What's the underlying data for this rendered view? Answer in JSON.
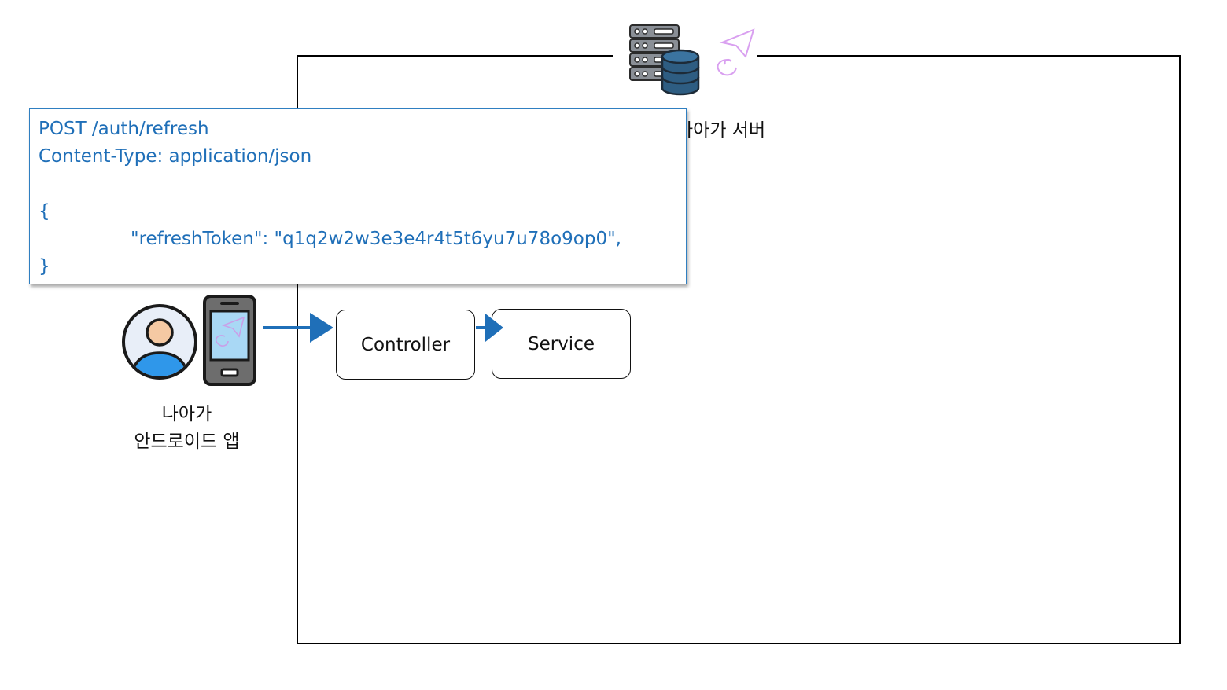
{
  "server": {
    "label": "나아가 서버",
    "icon": "server-database-icon"
  },
  "request": {
    "lines": [
      "POST /auth/refresh",
      "Content-Type: application/json",
      "",
      "{",
      "\"refreshToken\": \"q1q2w2w3e3e4r4t5t6yu7u78o9op0\",",
      "}"
    ],
    "color": "#1f6fb8"
  },
  "client": {
    "label_line1": "나아가",
    "label_line2": "안드로이드 앱",
    "user_icon": "user-avatar-icon",
    "device_icon": "smartphone-icon"
  },
  "components": {
    "controller": "Controller",
    "service": "Service"
  },
  "arrows": {
    "color": "#1f6fb8"
  }
}
